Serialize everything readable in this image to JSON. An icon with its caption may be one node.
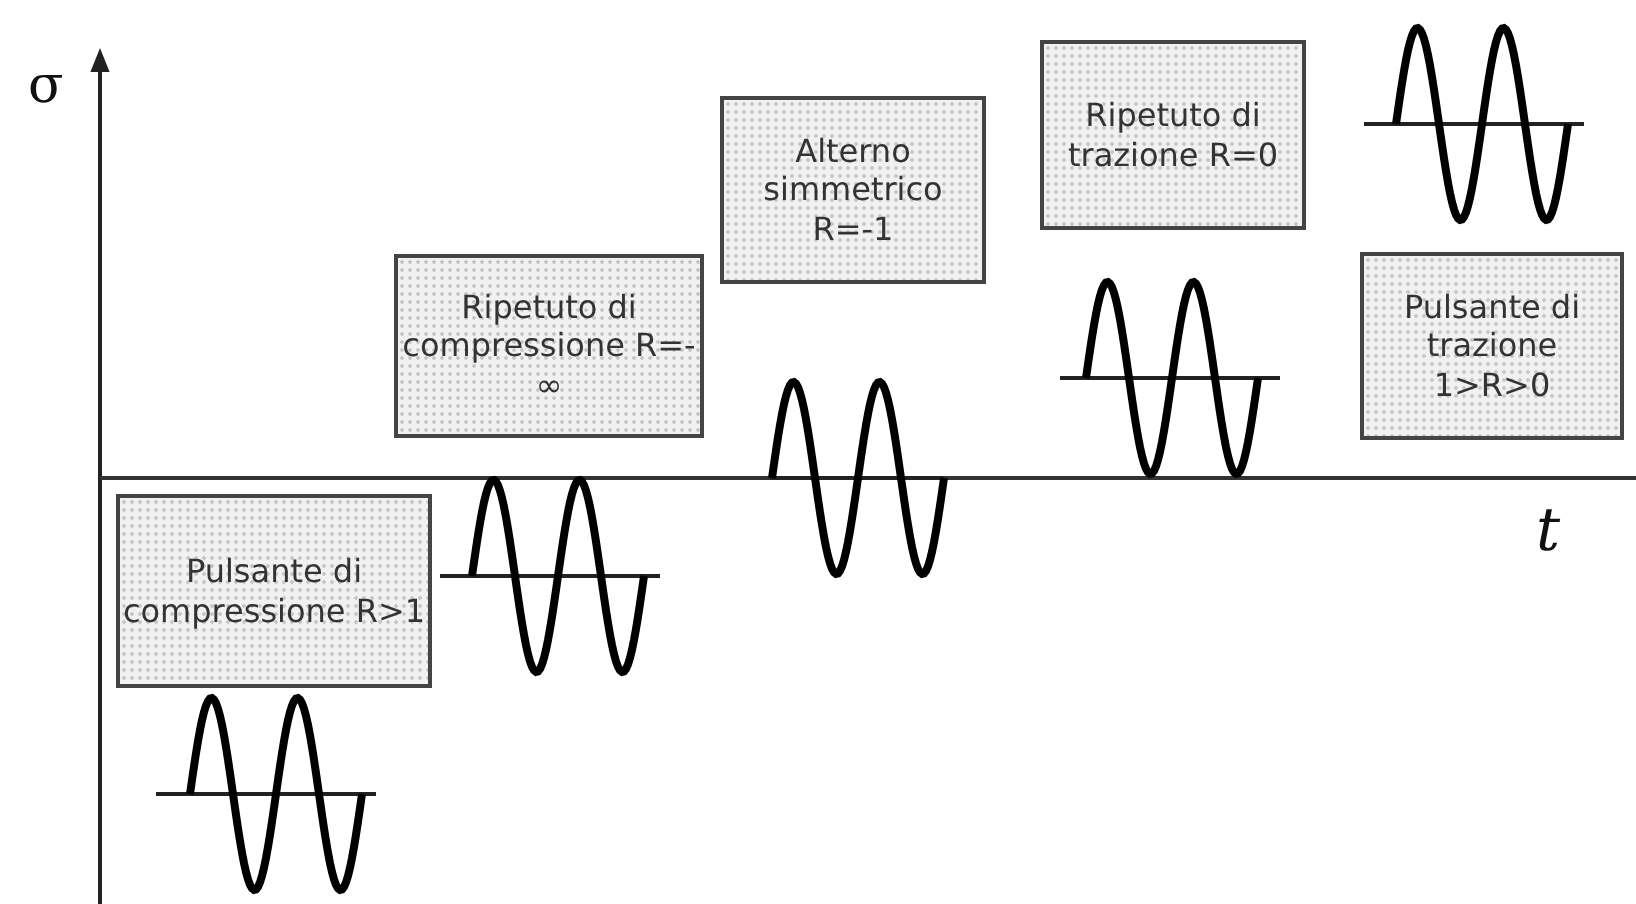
{
  "diagram": {
    "nodes": [
      {
        "text": [
          "Pulsante di compressione R>1"
        ]
      },
      {
        "text": [
          "Ripetuto di compressione R=-∞"
        ]
      },
      {
        "text": [
          "Alterno simmetrico R=-1"
        ]
      },
      {
        "text": [
          "Ripetuto di trazione R=0"
        ]
      },
      {
        "text": [
          "Pulsante di trazione 1>R>0"
        ]
      }
    ],
    "labels": [
      "σ",
      "t"
    ]
  }
}
